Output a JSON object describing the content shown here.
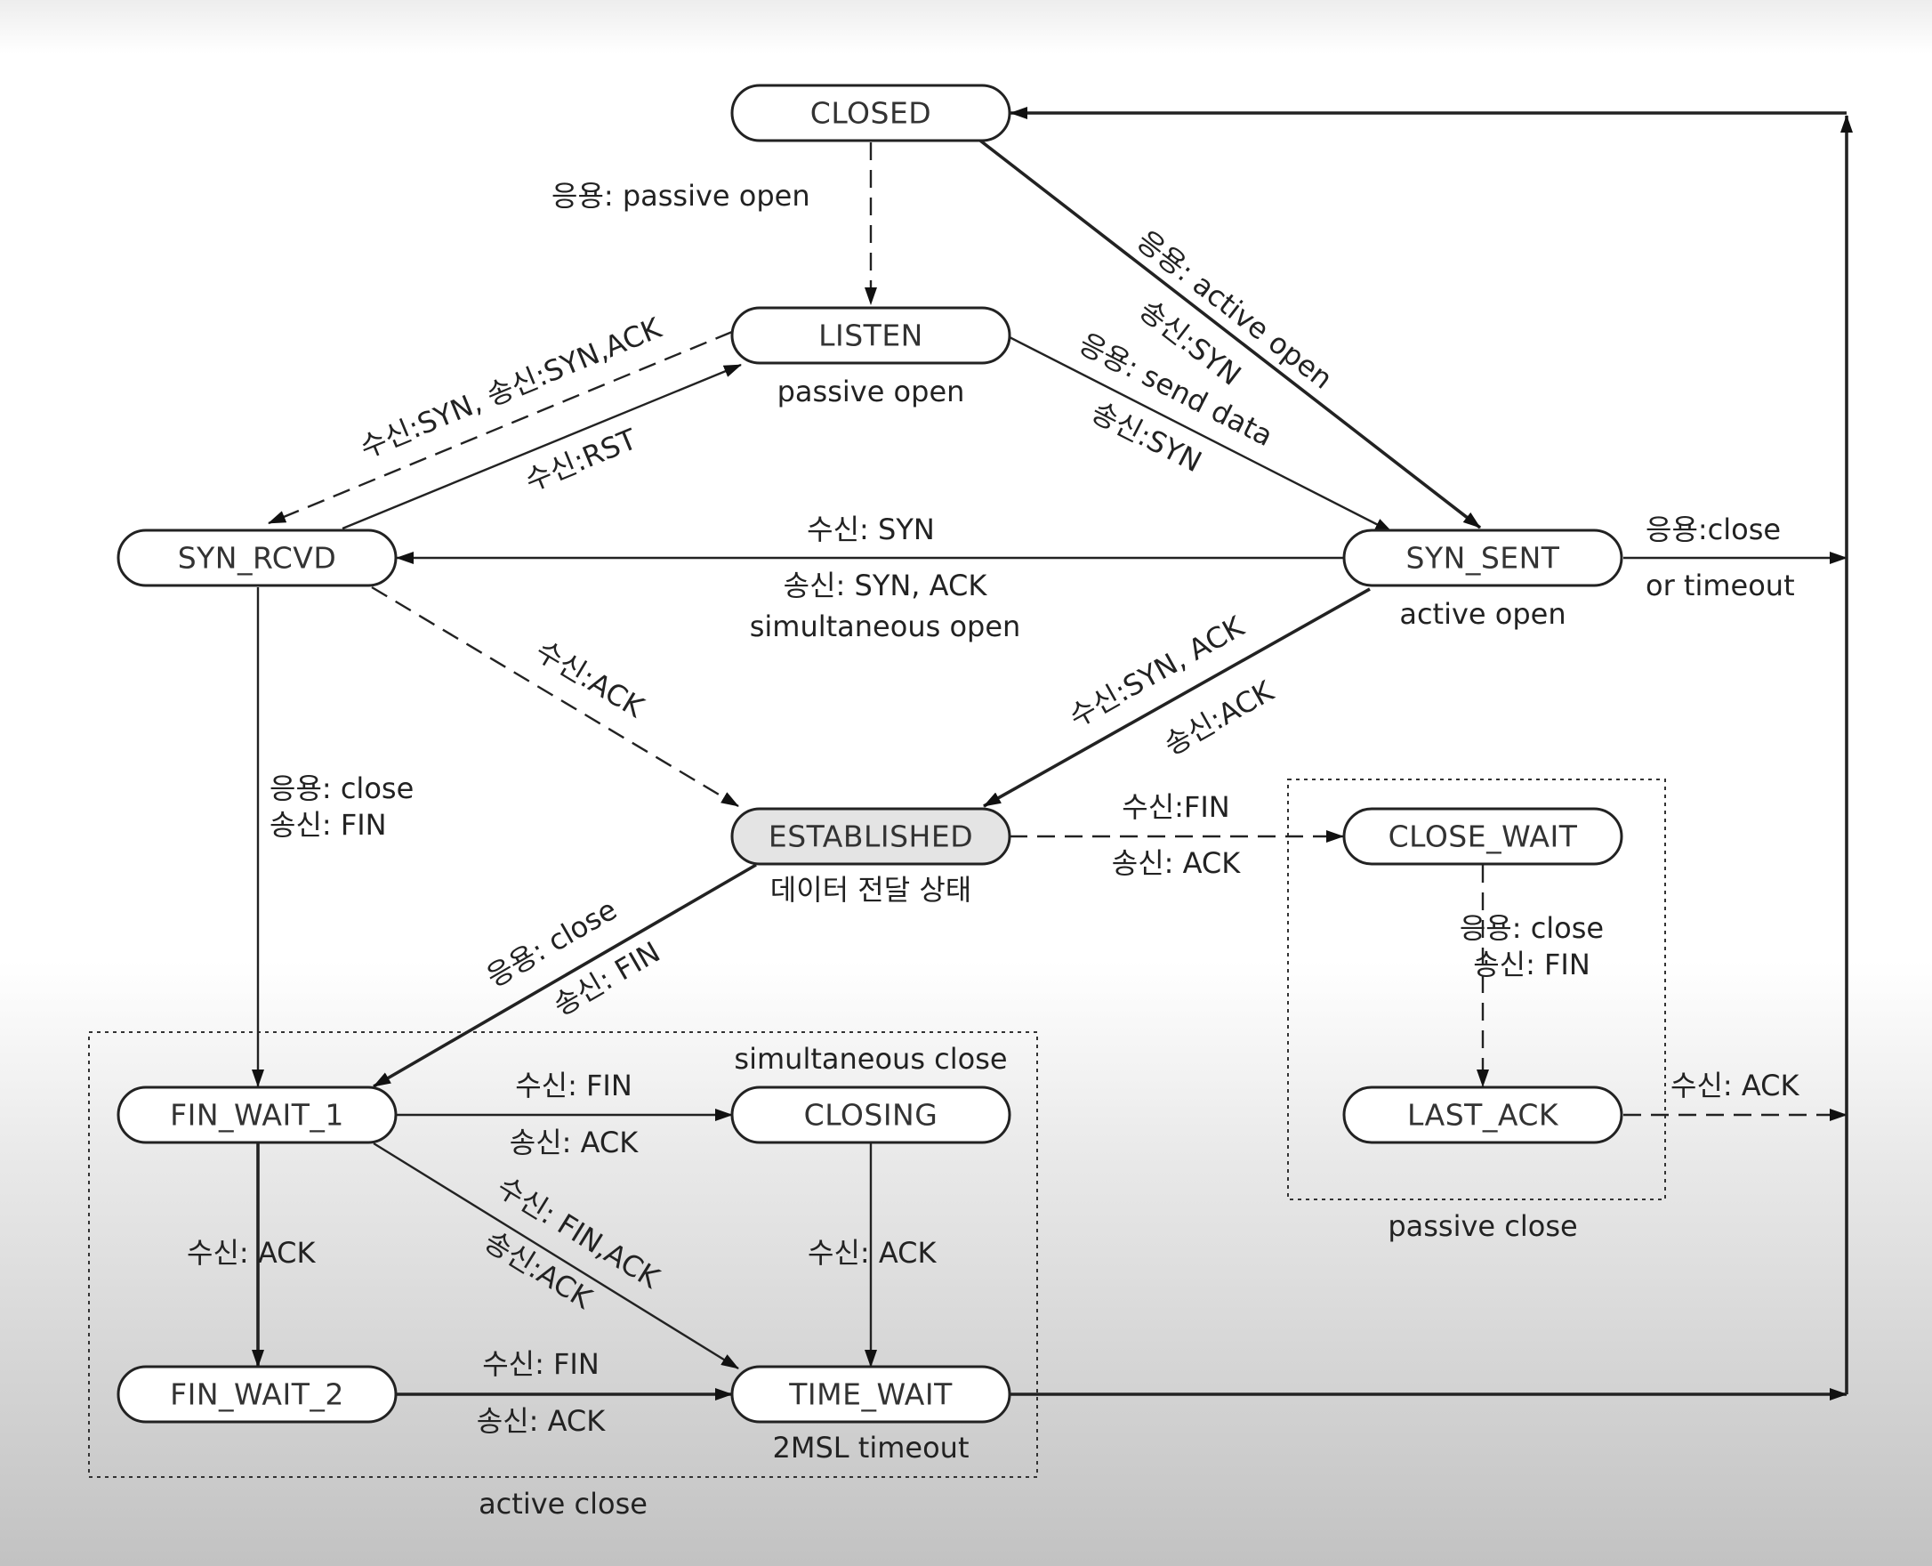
{
  "states": {
    "closed": "CLOSED",
    "listen": "LISTEN",
    "syn_rcvd": "SYN_RCVD",
    "syn_sent": "SYN_SENT",
    "established": "ESTABLISHED",
    "close_wait": "CLOSE_WAIT",
    "last_ack": "LAST_ACK",
    "fin_wait_1": "FIN_WAIT_1",
    "closing": "CLOSING",
    "fin_wait_2": "FIN_WAIT_2",
    "time_wait": "TIME_WAIT"
  },
  "captions": {
    "listen": "passive open",
    "syn_sent": "active open",
    "established": "데이터 전달 상태",
    "time_wait": "2MSL timeout",
    "simultaneous_close": "simultaneous close",
    "passive_close": "passive close",
    "active_close": "active close"
  },
  "transitions": {
    "closed_listen": "응용: passive open",
    "closed_synsent_1": "응용: active open",
    "closed_synsent_2": "송신:SYN",
    "listen_synsent_1": "응용: send data",
    "listen_synsent_2": "송신:SYN",
    "listen_synrcvd": "수신:SYN, 송신:SYN,ACK",
    "synrcvd_listen": "수신:RST",
    "synsent_synrcvd_1": "수신: SYN",
    "synsent_synrcvd_2": "송신: SYN, ACK",
    "synsent_synrcvd_3": "simultaneous open",
    "synsent_closed_1": "응용:close",
    "synsent_closed_2": "or timeout",
    "synrcvd_established": "수신:ACK",
    "synsent_established_1": "수신:SYN, ACK",
    "synsent_established_2": "송신:ACK",
    "synrcvd_finwait1_1": "응용: close",
    "synrcvd_finwait1_2": "송신: FIN",
    "established_closewait_1": "수신:FIN",
    "established_closewait_2": "송신: ACK",
    "established_finwait1_1": "응용: close",
    "established_finwait1_2": "송신: FIN",
    "closewait_lastack_1": "응용: close",
    "closewait_lastack_2": "송신: FIN",
    "lastack_closed": "수신: ACK",
    "finwait1_closing_1": "수신: FIN",
    "finwait1_closing_2": "송신: ACK",
    "finwait1_timewait_1": "수신: FIN,ACK",
    "finwait1_timewait_2": "송신:ACK",
    "finwait1_finwait2": "수신: ACK",
    "closing_timewait": "수신: ACK",
    "finwait2_timewait_1": "수신: FIN",
    "finwait2_timewait_2": "송신: ACK"
  }
}
